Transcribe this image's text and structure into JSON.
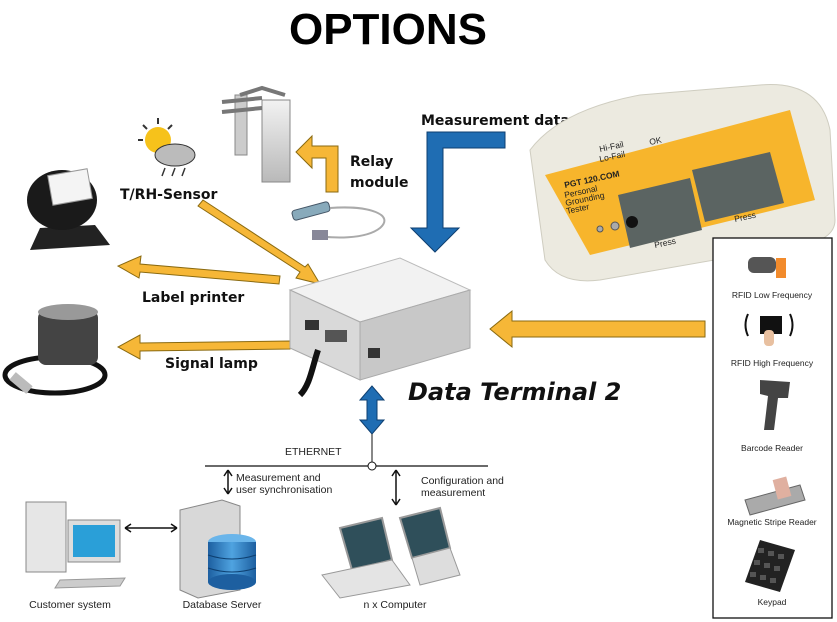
{
  "title": "OPTIONS",
  "labels": {
    "relay_line1": "Relay",
    "relay_line2": "module",
    "sensor": "T/RH-Sensor",
    "measurement_data": "Measurement data",
    "label_printer": "Label printer",
    "signal_lamp": "Signal lamp",
    "data_terminal": "Data Terminal 2"
  },
  "device": {
    "model": "PGT 120.COM",
    "line2": "Personal",
    "line3": "Grounding",
    "line4": "Tester",
    "press": "Press",
    "ok": "OK",
    "hi_fail": "Hi-Fail",
    "lo_fail": "Lo-Fail"
  },
  "network": {
    "ethernet": "ETHERNET",
    "sync_line1": "Measurement and",
    "sync_line2": "user synchronisation",
    "config_line1": "Configuration and",
    "config_line2": "measurement",
    "customer_system": "Customer system",
    "database_server": "Database Server",
    "computers": "n x Computer"
  },
  "identification_options": [
    {
      "label": "RFID Low Frequency",
      "icon": "rfid-reader-icon"
    },
    {
      "label": "RFID High Frequency",
      "icon": "rfid-card-icon"
    },
    {
      "label": "Barcode Reader",
      "icon": "barcode-scanner-icon"
    },
    {
      "label": "Magnetic Stripe Reader",
      "icon": "magstripe-reader-icon"
    },
    {
      "label": "Keypad",
      "icon": "keypad-icon"
    }
  ],
  "colors": {
    "arrow_orange": "#f6b737",
    "arrow_blue": "#1f6db3",
    "device_panel": "#f7b52c"
  }
}
